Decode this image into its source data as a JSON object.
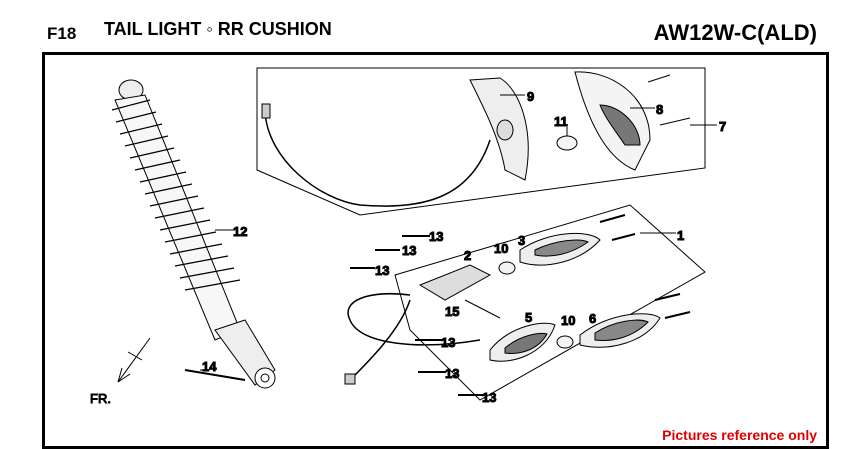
{
  "header": {
    "section_code": "F18",
    "title": "TAIL LIGHT ◦ RR CUSHION",
    "model": "AW12W-C(ALD)"
  },
  "callouts": {
    "c1": "1",
    "c2": "2",
    "c3": "3",
    "c5": "5",
    "c6": "6",
    "c7": "7",
    "c8": "8",
    "c9": "9",
    "c10a": "10",
    "c10b": "10",
    "c11": "11",
    "c12": "12",
    "c14": "14",
    "c15": "15",
    "c13a": "13",
    "c13b": "13",
    "c13c": "13",
    "c13d": "13",
    "c13e": "13",
    "c13f": "13"
  },
  "direction_label": "FR.",
  "footer_note": "Pictures reference only",
  "colors": {
    "note": "#e00000",
    "line": "#000000"
  }
}
